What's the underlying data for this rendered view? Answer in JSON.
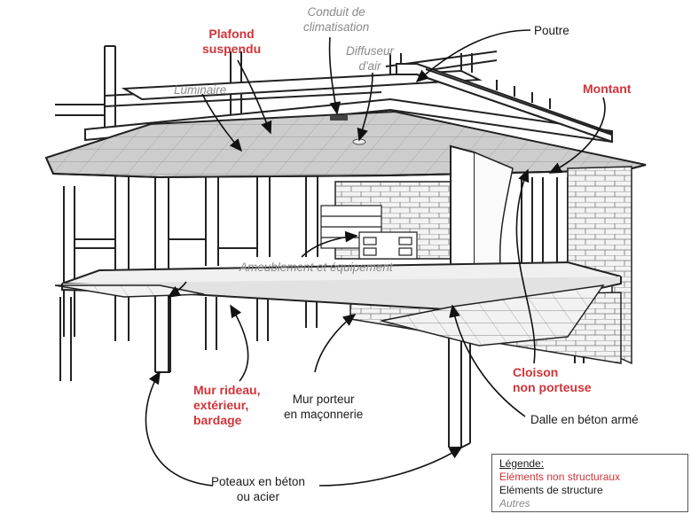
{
  "labels": {
    "plafond": [
      "Plafond",
      "suspendu"
    ],
    "conduit": [
      "Conduit de",
      "climatisation"
    ],
    "diffuseur": [
      "Diffuseur",
      "d'air"
    ],
    "poutre": "Poutre",
    "montant": "Montant",
    "luminaire": "Luminaire",
    "ameublement": "Ameublement et équipement",
    "mur_rideau": [
      "Mur rideau,",
      "extérieur,",
      "bardage"
    ],
    "mur_porteur": [
      "Mur porteur",
      "en maçonnerie"
    ],
    "cloison": [
      "Cloison",
      "non porteuse"
    ],
    "dalle": "Dalle en béton armé",
    "poteaux": [
      "Poteaux en béton",
      "ou acier"
    ]
  },
  "legend": {
    "title": "Légende:",
    "non_structural": "Eléments non structuraux",
    "structural": "Eléments de structure",
    "other": "Autres"
  },
  "colors": {
    "non_structural": "#d0343a",
    "structural": "#1a1a1a",
    "other": "#8a8a8a",
    "ceiling_fill": "#c9c9c9",
    "slab_fill": "#ececec"
  }
}
